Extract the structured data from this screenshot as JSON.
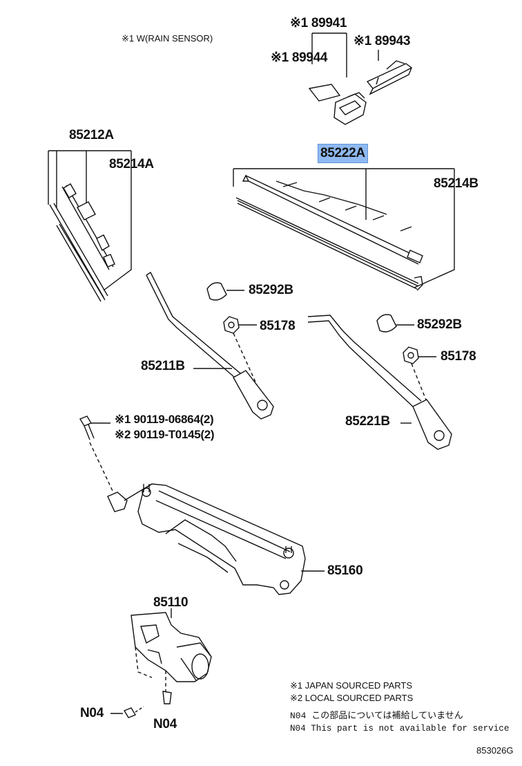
{
  "header_note": "※1 W(RAIN SENSOR)",
  "parts": {
    "p89941": "※1 89941",
    "p89944": "※1 89944",
    "p89943": "※1 89943",
    "p85212A": "85212A",
    "p85214A": "85214A",
    "p85222A": "85222A",
    "p85214B": "85214B",
    "p85292B_1": "85292B",
    "p85178_1": "85178",
    "p85292B_2": "85292B",
    "p85178_2": "85178",
    "p85211B": "85211B",
    "p85221B": "85221B",
    "bolt1": "※1 90119-06864(2)",
    "bolt2": "※2 90119-T0145(2)",
    "p85160": "85160",
    "p85110": "85110",
    "n04_left": "N04",
    "n04_bottom": "N04"
  },
  "legend": {
    "japan": "※1 JAPAN SOURCED PARTS",
    "local": "※2 LOCAL SOURCED PARTS",
    "n04_jp": "N04 この部品については補給していません",
    "n04_en": "N04 This part is not available for service"
  },
  "figure_code": "853026G",
  "colors": {
    "highlight": "#8fb9f0",
    "ink": "#111111"
  }
}
